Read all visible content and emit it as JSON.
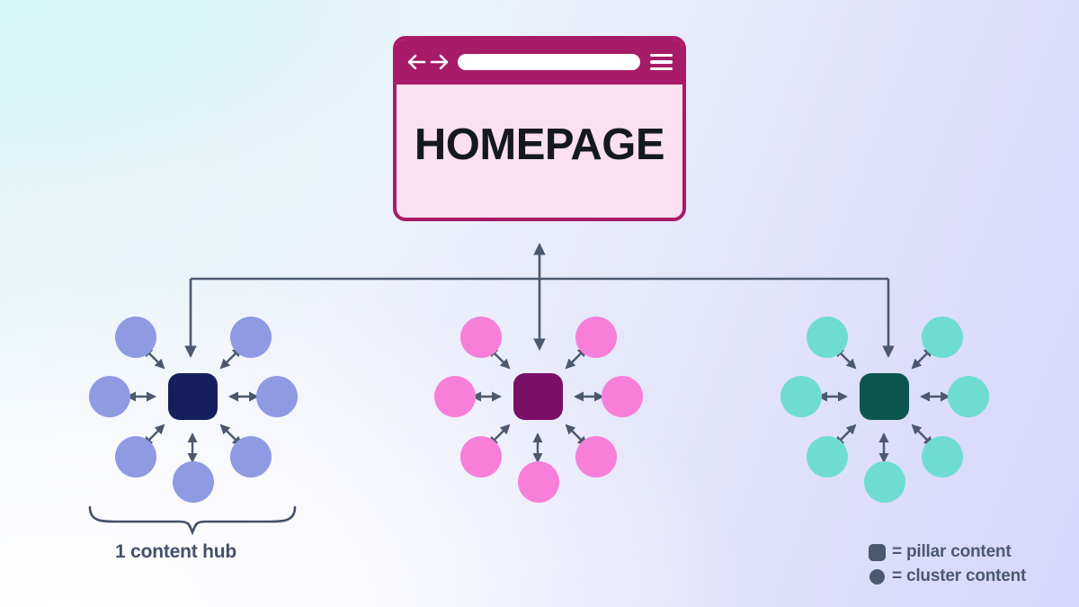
{
  "diagram": {
    "title": "Content hub / pillar-cluster site architecture",
    "background": {
      "gradient_from": "#e3f6f7",
      "gradient_mid": "#eef2fb",
      "gradient_to": "#d6d6fb"
    },
    "line_color": "#4c586e"
  },
  "homepage": {
    "label": "HOMEPAGE",
    "chrome_color": "#a81b68",
    "body_color": "#fbe0f0",
    "border_color": "#a81b68",
    "url_value": "",
    "back_icon": "arrow-left-icon",
    "forward_icon": "arrow-right-icon",
    "menu_icon": "hamburger-menu-icon"
  },
  "hubs": [
    {
      "id": "hub-1",
      "pillar_color": "#161f5e",
      "cluster_color": "#8e9ae2",
      "cluster_count": 7,
      "brace_label": "1 content hub"
    },
    {
      "id": "hub-2",
      "pillar_color": "#7a0f68",
      "cluster_color": "#f77fd9",
      "cluster_count": 7
    },
    {
      "id": "hub-3",
      "pillar_color": "#0c5650",
      "cluster_color": "#6fdcd2",
      "cluster_count": 7
    }
  ],
  "legend": {
    "pillar": {
      "shape": "rounded-square",
      "text": "= pillar content",
      "color": "#4c586e"
    },
    "cluster": {
      "shape": "circle",
      "text": "= cluster content",
      "color": "#4c586e"
    }
  }
}
